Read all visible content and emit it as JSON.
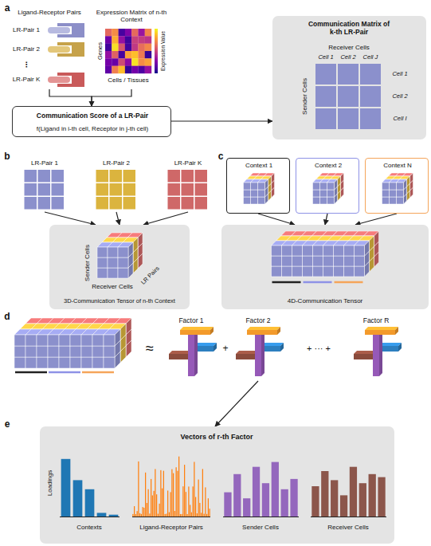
{
  "diagram": {
    "nodes": [
      {
        "text": [
          "Ligand-Receptor Pairs",
          "LR-Pair 1",
          "LR-Pair 2",
          "⋮",
          "LR-Pair K"
        ]
      },
      {
        "text": [
          "Expression Matrix of n-th Context",
          "Genes",
          "Expression Value",
          "Cells / Tissues"
        ]
      },
      {
        "text": [
          "Communication Score of a LR-Pair",
          "f(Ligand in i-th cell, Receptor in j-th cell)"
        ]
      },
      {
        "text": [
          "Communication Matrix of k-th LR-Pair",
          "Receiver Cells",
          "Cell 1",
          "Cell 2",
          "Cell J",
          "Sender Cells",
          "Cell 1",
          "Cell 2",
          "Cell I"
        ]
      },
      {
        "text": [
          "LR-Pair 1"
        ]
      },
      {
        "text": [
          "LR-Pair 2"
        ]
      },
      {
        "text": [
          "LR-Pair K"
        ]
      },
      {
        "text": [
          "Sender Cells",
          "Receiver Cells",
          "LR Pairs",
          "3D-Communication Tensor of n-th Context"
        ]
      },
      {
        "text": [
          "Context 1"
        ]
      },
      {
        "text": [
          "Context 2"
        ]
      },
      {
        "text": [
          "Context N"
        ]
      },
      {
        "text": [
          "4D-Communication Tensor"
        ]
      },
      {
        "text": [
          "Factor 1"
        ]
      },
      {
        "text": [
          "Factor 2"
        ]
      },
      {
        "text": [
          "Factor R"
        ]
      },
      {
        "text": [
          "Vectors of r-th Factor",
          "Loadings",
          "Contexts",
          "Ligand-Receptor Pairs",
          "Sender Cells",
          "Receiver Cells"
        ]
      }
    ],
    "edges": [
      {
        "from": 0,
        "to": 2,
        "arrow": "to"
      },
      {
        "from": 1,
        "to": 2,
        "arrow": "to"
      },
      {
        "from": 2,
        "to": 3,
        "arrow": "to"
      },
      {
        "from": 4,
        "to": 7,
        "arrow": "to"
      },
      {
        "from": 5,
        "to": 7,
        "arrow": "to"
      },
      {
        "from": 6,
        "to": 7,
        "arrow": "to"
      },
      {
        "from": 8,
        "to": 11,
        "arrow": "to"
      },
      {
        "from": 9,
        "to": 11,
        "arrow": "to"
      },
      {
        "from": 10,
        "to": 11,
        "arrow": "to"
      },
      {
        "from": 13,
        "to": 15,
        "arrow": "to"
      }
    ],
    "labels": [
      "a",
      "b",
      "c",
      "d",
      "≈",
      "+",
      "+ ··· +",
      "e"
    ]
  }
}
